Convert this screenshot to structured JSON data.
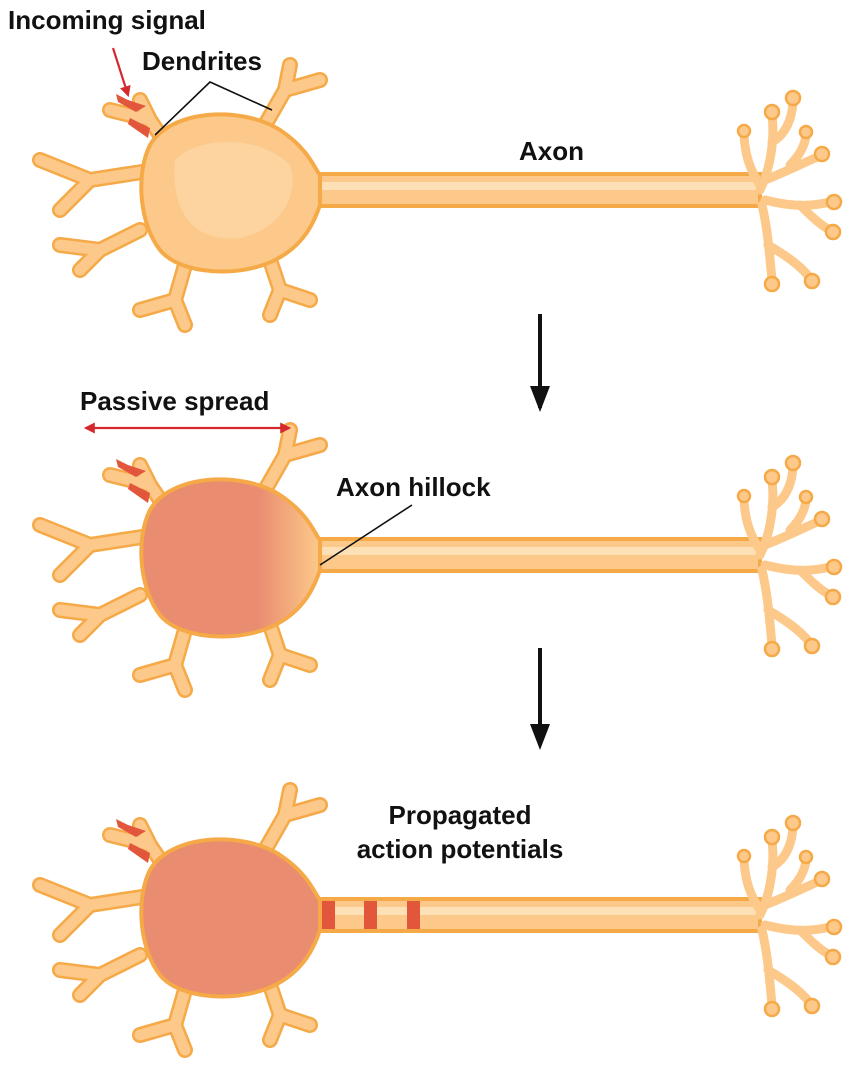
{
  "labels": {
    "incoming_signal": "Incoming signal",
    "dendrites": "Dendrites",
    "axon": "Axon",
    "passive_spread": "Passive spread",
    "axon_hillock": "Axon hillock",
    "propagated_line1": "Propagated",
    "propagated_line2": "action potentials"
  },
  "colors": {
    "neuron_fill": "#FCC98A",
    "neuron_outline": "#F5A947",
    "axon_core": "#FDE0B5",
    "activated_soma": "#E98C70",
    "signal_red": "#E2563B",
    "arrow_red": "#D6292E",
    "arrow_black": "#111111"
  },
  "stages": [
    {
      "name": "resting",
      "active_segments": 0
    },
    {
      "name": "passive-spread",
      "active_segments": 0
    },
    {
      "name": "propagation",
      "active_segments": 3
    }
  ]
}
